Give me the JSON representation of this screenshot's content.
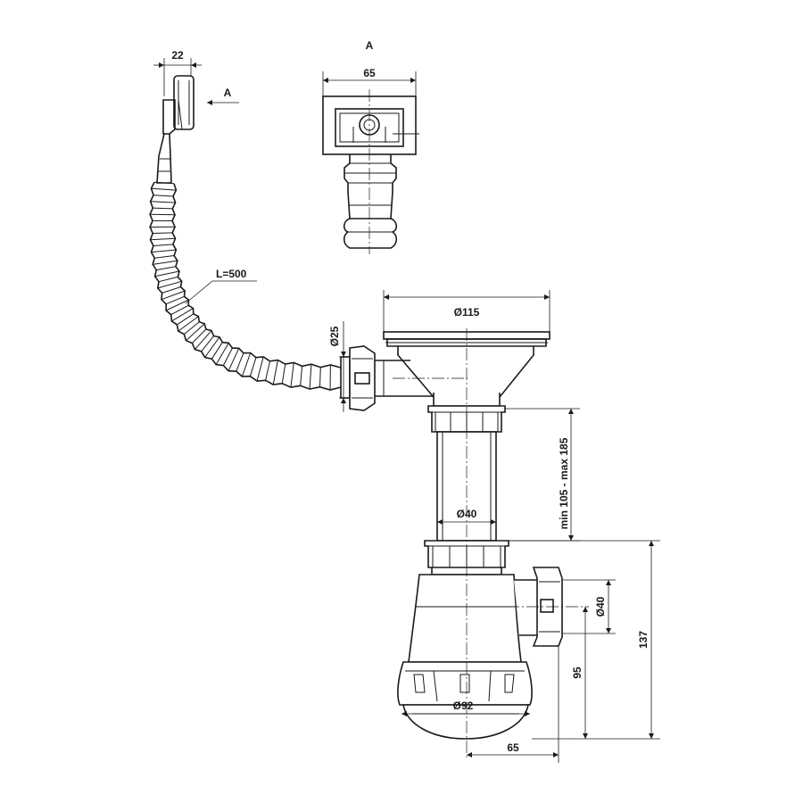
{
  "drawing": {
    "view_label": "A",
    "overflow_width": "22",
    "overflow_hose_length": "L=500",
    "overflow_connector_diameter": "Ø25",
    "overflow_head_width": "65",
    "strainer_diameter": "Ø115",
    "tube_diameter": "Ø40",
    "adjustable_height": "min 105 - max 185",
    "outlet_diameter": "Ø40",
    "bottle_diameter": "Ø92",
    "outlet_offset": "65",
    "outlet_height": "95",
    "total_height": "137"
  },
  "colors": {
    "line": "#1a1a1a",
    "background": "#ffffff"
  }
}
